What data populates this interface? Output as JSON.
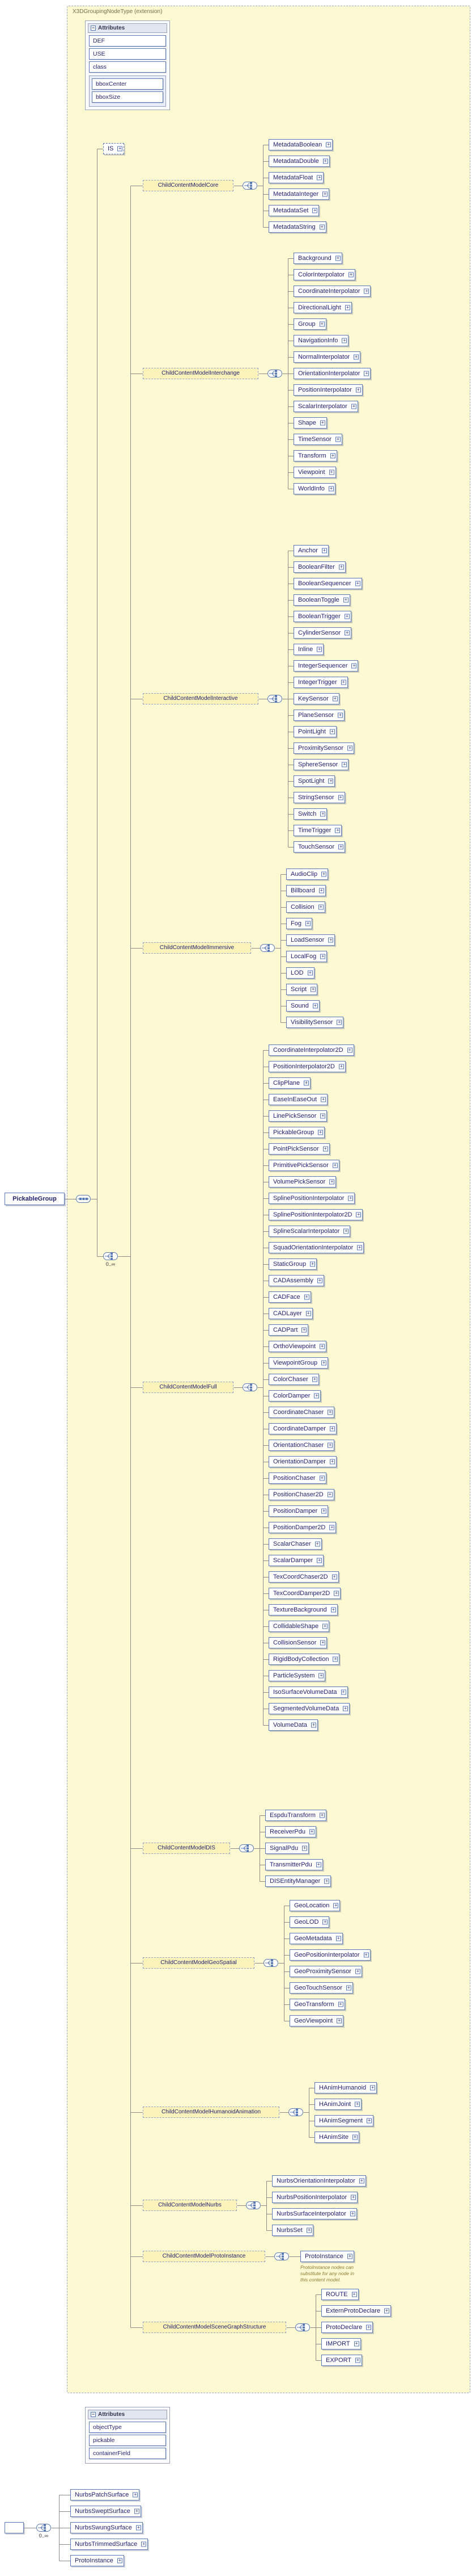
{
  "root": {
    "label": "PickableGroup"
  },
  "container": {
    "label": "X3DGroupingNodeType (extension)"
  },
  "top_attributes": {
    "header": "Attributes",
    "rows": [
      "DEF",
      "USE",
      "class"
    ],
    "nested_rows": [
      "bboxCenter",
      "bboxSize"
    ]
  },
  "is_element": {
    "label": "IS"
  },
  "main_choice_occurs": "0..∞",
  "groups": [
    {
      "label": "ChildContentModelCore",
      "children": [
        "MetadataBoolean",
        "MetadataDouble",
        "MetadataFloat",
        "MetadataInteger",
        "MetadataSet",
        "MetadataString"
      ]
    },
    {
      "label": "ChildContentModelInterchange",
      "children": [
        "Background",
        "ColorInterpolator",
        "CoordinateInterpolator",
        "DirectionalLight",
        "Group",
        "NavigationInfo",
        "NormalInterpolator",
        "OrientationInterpolator",
        "PositionInterpolator",
        "ScalarInterpolator",
        "Shape",
        "TimeSensor",
        "Transform",
        "Viewpoint",
        "WorldInfo"
      ]
    },
    {
      "label": "ChildContentModelInteractive",
      "children": [
        "Anchor",
        "BooleanFilter",
        "BooleanSequencer",
        "BooleanToggle",
        "BooleanTrigger",
        "CylinderSensor",
        "Inline",
        "IntegerSequencer",
        "IntegerTrigger",
        "KeySensor",
        "PlaneSensor",
        "PointLight",
        "ProximitySensor",
        "SphereSensor",
        "SpotLight",
        "StringSensor",
        "Switch",
        "TimeTrigger",
        "TouchSensor"
      ]
    },
    {
      "label": "ChildContentModelImmersive",
      "children": [
        "AudioClip",
        "Billboard",
        "Collision",
        "Fog",
        "LoadSensor",
        "LocalFog",
        "LOD",
        "Script",
        "Sound",
        "VisibilitySensor"
      ]
    },
    {
      "label": "ChildContentModelFull",
      "children": [
        "CoordinateInterpolator2D",
        "PositionInterpolator2D",
        "ClipPlane",
        "EaseInEaseOut",
        "LinePickSensor",
        "PickableGroup",
        "PointPickSensor",
        "PrimitivePickSensor",
        "VolumePickSensor",
        "SplinePositionInterpolator",
        "SplinePositionInterpolator2D",
        "SplineScalarInterpolator",
        "SquadOrientationInterpolator",
        "StaticGroup",
        "CADAssembly",
        "CADFace",
        "CADLayer",
        "CADPart",
        "OrthoViewpoint",
        "ViewpointGroup",
        "ColorChaser",
        "ColorDamper",
        "CoordinateChaser",
        "CoordinateDamper",
        "OrientationChaser",
        "OrientationDamper",
        "PositionChaser",
        "PositionChaser2D",
        "PositionDamper",
        "PositionDamper2D",
        "ScalarChaser",
        "ScalarDamper",
        "TexCoordChaser2D",
        "TexCoordDamper2D",
        "TextureBackground",
        "CollidableShape",
        "CollisionSensor",
        "RigidBodyCollection",
        "ParticleSystem",
        "IsoSurfaceVolumeData",
        "SegmentedVolumeData",
        "VolumeData"
      ]
    },
    {
      "label": "ChildContentModelDIS",
      "children": [
        "EspduTransform",
        "ReceiverPdu",
        "SignalPdu",
        "TransmitterPdu",
        "DISEntityManager"
      ]
    },
    {
      "label": "ChildContentModelGeoSpatial",
      "children": [
        "GeoLocation",
        "GeoLOD",
        "GeoMetadata",
        "GeoPositionInterpolator",
        "GeoProximitySensor",
        "GeoTouchSensor",
        "GeoTransform",
        "GeoViewpoint"
      ]
    },
    {
      "label": "ChildContentModelHumanoidAnimation",
      "children": [
        "HAnimHumanoid",
        "HAnimJoint",
        "HAnimSegment",
        "HAnimSite"
      ]
    },
    {
      "label": "ChildContentModelNurbs",
      "children": [
        "NurbsOrientationInterpolator",
        "NurbsPositionInterpolator",
        "NurbsSurfaceInterpolator",
        "NurbsSet"
      ]
    },
    {
      "label": "ChildContentModelProtoInstance",
      "children": [
        "ProtoInstance"
      ],
      "annotation": [
        "ProtoInstance nodes can",
        "substitute for any node in",
        "this content model."
      ]
    },
    {
      "label": "ChildContentModelSceneGraphStructure",
      "children": [
        "ROUTE",
        "ExternProtoDeclare",
        "ProtoDeclare",
        "IMPORT",
        "EXPORT"
      ]
    }
  ],
  "bottom_attributes": {
    "header": "Attributes",
    "rows": [
      "objectType",
      "pickable",
      "containerField"
    ]
  },
  "next_diagram": {
    "choice_occurs": "0..∞",
    "children": [
      "NurbsPatchSurface",
      "NurbsSweptSurface",
      "NurbsSwungSurface",
      "NurbsTrimmedSurface",
      "ProtoInstance"
    ]
  },
  "colors": {
    "container_fill": "#fdf9d2",
    "container_border": "#98a4c6",
    "node_border": "#5a7ab5",
    "node_text": "#1f1f6e",
    "group_fill": "#fbf3ba",
    "connector_line": "#8a8a8a",
    "annotation_text": "#8a7a33"
  }
}
